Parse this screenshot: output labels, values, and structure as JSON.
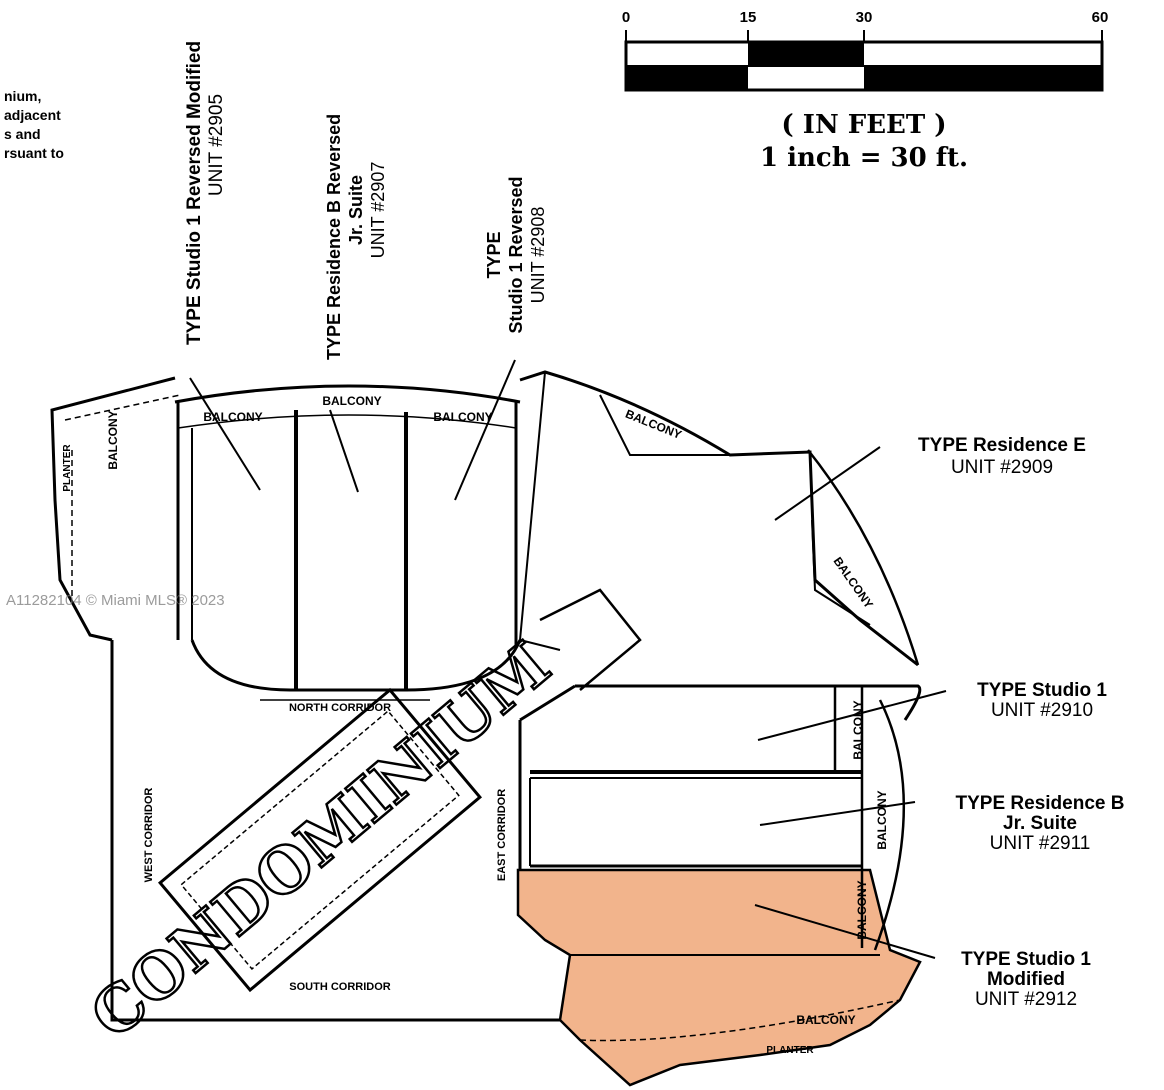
{
  "scale": {
    "ticks": [
      "0",
      "15",
      "30",
      "60"
    ],
    "units": "( IN FEET )",
    "ratio": "1 inch = 30 ft."
  },
  "notes": {
    "fragment": [
      "nium,",
      "adjacent",
      "s and",
      "rsuant to"
    ]
  },
  "watermark": "A11282104 © Miami MLS® 2023",
  "overlay_word": "CONDOMINIUM",
  "highlight_color": "#f2b48c",
  "corridors": {
    "north": "NORTH CORRIDOR",
    "south": "SOUTH CORRIDOR",
    "east": "EAST CORRIDOR",
    "west": "WEST CORRIDOR"
  },
  "balcony_label": "BALCONY",
  "planter_label": "PLANTER",
  "units_top": [
    {
      "line1": "TYPE Studio 1 Reversed Modified",
      "line2": "UNIT #2905"
    },
    {
      "line1": "TYPE Residence B Reversed",
      "line2": "Jr. Suite",
      "line3": "UNIT #2907"
    },
    {
      "line1": "TYPE",
      "line2": "Studio 1 Reversed",
      "line3": "UNIT #2908"
    }
  ],
  "units_right": [
    {
      "type": "TYPE Residence E",
      "unit": "UNIT #2909"
    },
    {
      "type": "TYPE Studio 1",
      "unit": "UNIT #2910"
    },
    {
      "type": "TYPE Residence B",
      "sub": "Jr. Suite",
      "unit": "UNIT #2911"
    },
    {
      "type": "TYPE Studio 1",
      "sub": "Modified",
      "unit": "UNIT #2912"
    }
  ]
}
